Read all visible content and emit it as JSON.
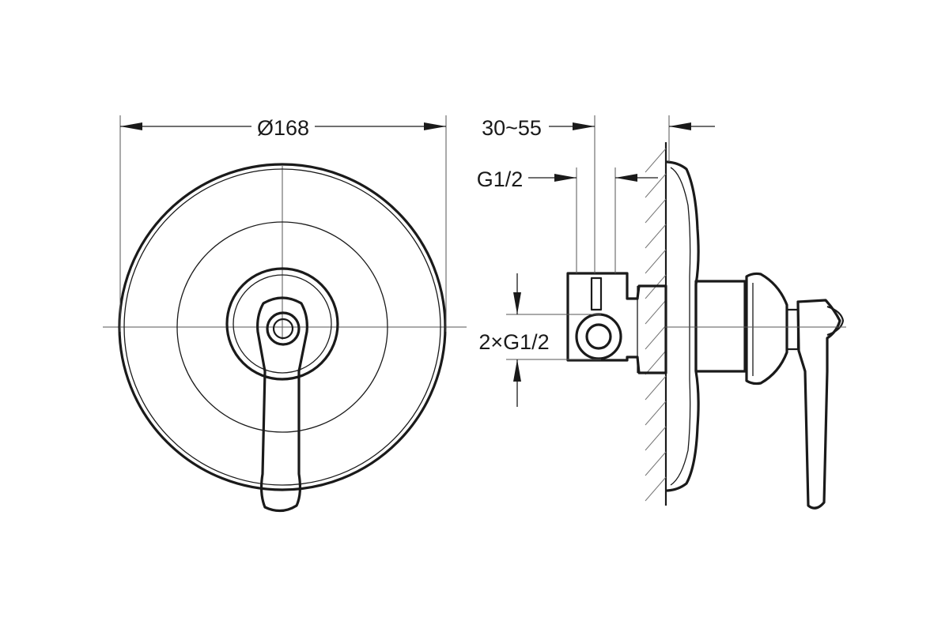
{
  "dimensions": {
    "cover_diameter": "Ø168",
    "wall_depth_range": "30~55",
    "top_connection": "G1/2",
    "side_connections": "2×G1/2"
  }
}
